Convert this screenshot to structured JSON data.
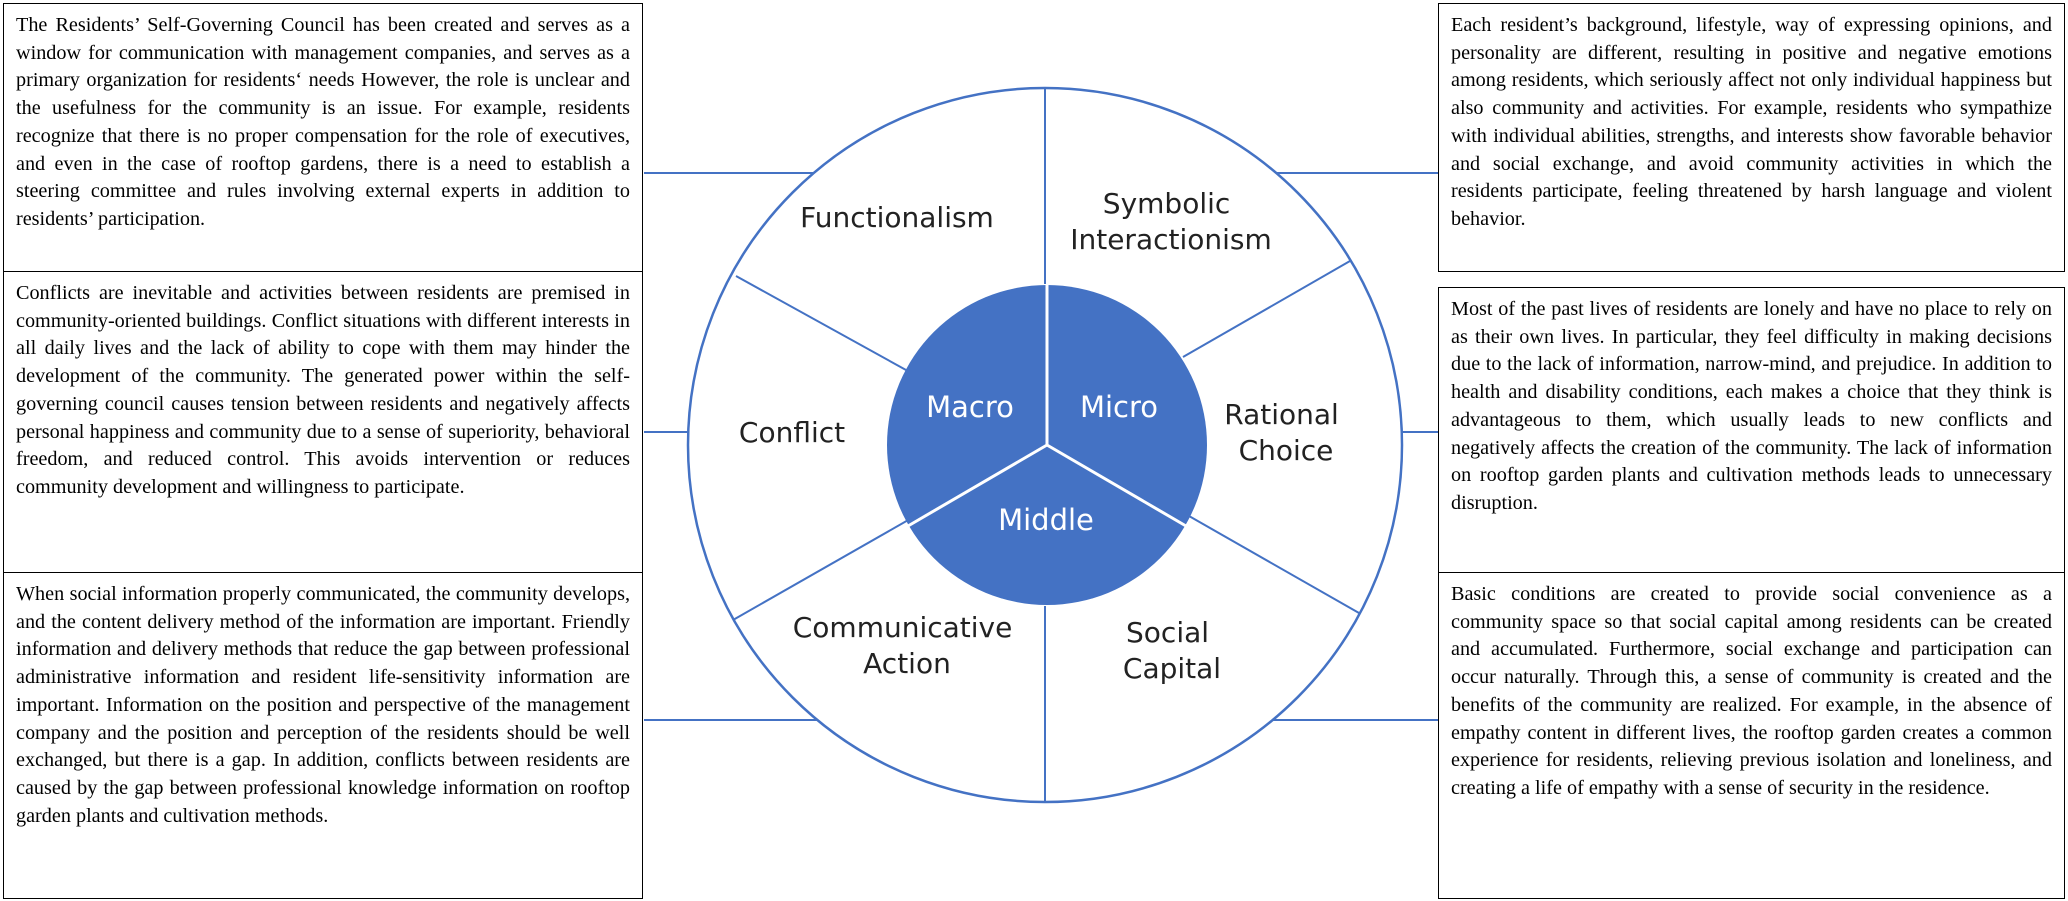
{
  "colors": {
    "accent": "#4472C4",
    "text": "#000000",
    "segment_text": "#222222"
  },
  "left_boxes": [
    "The Residents’ Self-Governing Council has been created and serves as a window for communication with management companies, and serves as a primary organization for residents‘ needs However, the role is unclear and the usefulness for the community is an issue. For example, residents recognize that there is no proper compensation for the role of executives, and even in the case of rooftop gardens, there is a need to establish a steering committee and rules involving external experts in addition to residents’ participation.",
    "Conflicts are inevitable and activities between residents are premised in community-oriented buildings. Conflict situations with different interests in all daily lives and the lack of ability to cope with them may hinder the development of the community. The generated power within the self-governing council causes tension between residents and negatively affects personal happiness and community due to a sense of superiority, behavioral freedom, and reduced control. This avoids intervention or reduces community development and willingness to participate.",
    "When social information properly communicated, the community develops, and the content delivery method of the information are important. Friendly information and delivery methods that reduce the gap between professional administrative information and resident life-sensitivity information are important. Information on the position and perspective of the management company and the position and perception of the residents should be well exchanged, but there is a gap. In addition, conflicts between residents are caused by the gap between professional knowledge information on rooftop garden plants and cultivation methods."
  ],
  "right_boxes": [
    "Each resident’s background, lifestyle, way of expressing opinions, and personality are different, resulting in positive and negative emotions among residents, which seriously affect not only individual happiness but also community and activities. For example, residents who sympathize with individual abilities, strengths, and interests show favorable behavior and social exchange, and avoid community activities in which the residents participate, feeling threatened by harsh language and violent behavior.",
    "Most of the past lives of residents are lonely and have no place to rely on as their own lives. In particular, they feel difficulty in making decisions due to the lack of information, narrow-mind, and prejudice. In addition to health and disability conditions, each makes a choice that they think is advantageous to them, which usually leads to new conflicts and negatively affects the creation of the community. The lack of information on rooftop garden plants and cultivation methods leads to unnecessary disruption.",
    "Basic conditions are created to provide social convenience as a community space so that social capital among residents can be created and accumulated. Furthermore, social exchange and participation can occur naturally. Through this, a sense of community is created and the benefits of the community are realized. For example, in the absence of empathy content in different lives, the rooftop garden creates a common experience for residents, relieving previous isolation and loneliness, and creating a life of empathy with a sense of security in the residence."
  ],
  "theories": {
    "functionalism": [
      "Functionalism"
    ],
    "symbolic_interactionism": [
      "Symbolic",
      "Interactionism"
    ],
    "conflict": [
      "Conflict"
    ],
    "rational_choice": [
      "Rational",
      "Choice"
    ],
    "communicative_action": [
      "Communicative",
      "Action"
    ],
    "social_capital": [
      "Social",
      "Capital"
    ]
  },
  "levels": {
    "macro": "Macro",
    "micro": "Micro",
    "middle": "Middle"
  }
}
